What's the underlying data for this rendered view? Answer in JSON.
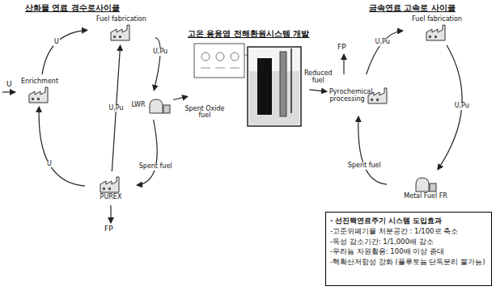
{
  "diagram": {
    "nodes": [
      {
        "text": [
          "Fuel fabrication"
        ]
      },
      {
        "text": [
          "Enrichment"
        ]
      },
      {
        "text": [
          "LWR"
        ]
      },
      {
        "text": [
          "PUREX"
        ]
      },
      {
        "text": [
          "고온 용융염 전해환원시스템 개발"
        ]
      },
      {
        "text": [
          "Pyrochemical processing"
        ]
      },
      {
        "text": [
          "Fuel fabrication"
        ]
      },
      {
        "text": [
          "Metal Fuel FR"
        ]
      },
      {
        "text": [
          "· 선진핵연료주기 시스템 도입효과",
          "-고준위폐기물 처분공간 : 1/100로 축소",
          "-독성 감소기간: 1/1,000배 감소",
          "-우라늄 자원활용: 100배 이상 증대",
          "-핵확산저항성 강화 (플루토늄 단독분리 불가능)"
        ]
      }
    ],
    "edges": [
      {
        "from": 1,
        "to": 0,
        "label": "U",
        "arrow": "to"
      },
      {
        "from": 0,
        "to": 2,
        "label": "U,Pu",
        "arrow": "to"
      },
      {
        "from": 3,
        "to": 0,
        "label": "U,Pu",
        "arrow": "to"
      },
      {
        "from": 2,
        "to": 3,
        "label": "Spent fuel",
        "arrow": "to"
      },
      {
        "from": 3,
        "to": 1,
        "label": "U",
        "arrow": "to"
      },
      {
        "from": 2,
        "to": 4,
        "label": "Spent Oxide fuel",
        "arrow": "to"
      },
      {
        "from": 4,
        "to": 5,
        "label": "Reduced fuel",
        "arrow": "to"
      },
      {
        "from": 5,
        "to": 6,
        "label": "U,Pu",
        "arrow": "to"
      },
      {
        "from": 6,
        "to": 7,
        "label": "U,Pu",
        "arrow": "to"
      },
      {
        "from": 7,
        "to": 5,
        "label": "Spent fuel",
        "arrow": "to"
      }
    ],
    "labels": [
      "산화물 연료 경수로사이클",
      "금속연료 고속로 사이클",
      "U",
      "FP",
      "FP"
    ]
  }
}
